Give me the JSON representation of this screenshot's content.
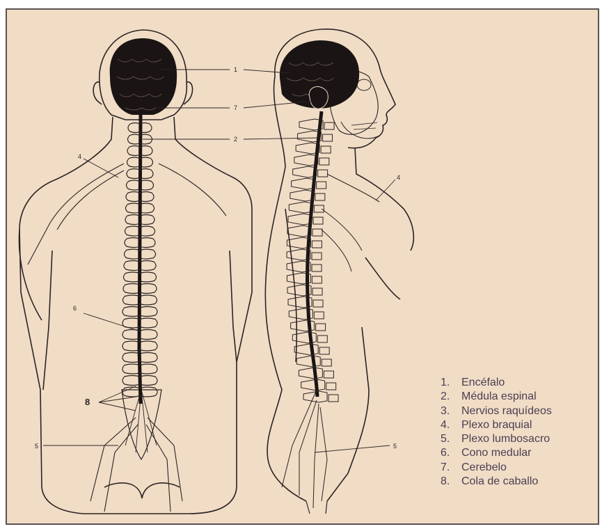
{
  "legend": [
    {
      "num": "1.",
      "label": "Encéfalo"
    },
    {
      "num": "2.",
      "label": "Médula espinal"
    },
    {
      "num": "3.",
      "label": "Nervios raquídeos"
    },
    {
      "num": "4.",
      "label": "Plexo braquial"
    },
    {
      "num": "5.",
      "label": "Plexo lumbosacro"
    },
    {
      "num": "6.",
      "label": "Cono medular"
    },
    {
      "num": "7.",
      "label": "Cerebelo"
    },
    {
      "num": "8.",
      "label": "Cola de caballo"
    }
  ],
  "callouts": {
    "encefalo": "1",
    "cerebelo": "7",
    "medula": "2",
    "plexo_braquial_back": "4",
    "plexo_braquial_side": "4",
    "cono_medular": "6",
    "cola_caballo": "8",
    "plexo_lumbosacro_back": "5",
    "plexo_lumbosacro_side": "5"
  },
  "colors": {
    "background": "#f1dcc6",
    "ink": "#2a2422",
    "legend_text": "#4a3f52"
  }
}
